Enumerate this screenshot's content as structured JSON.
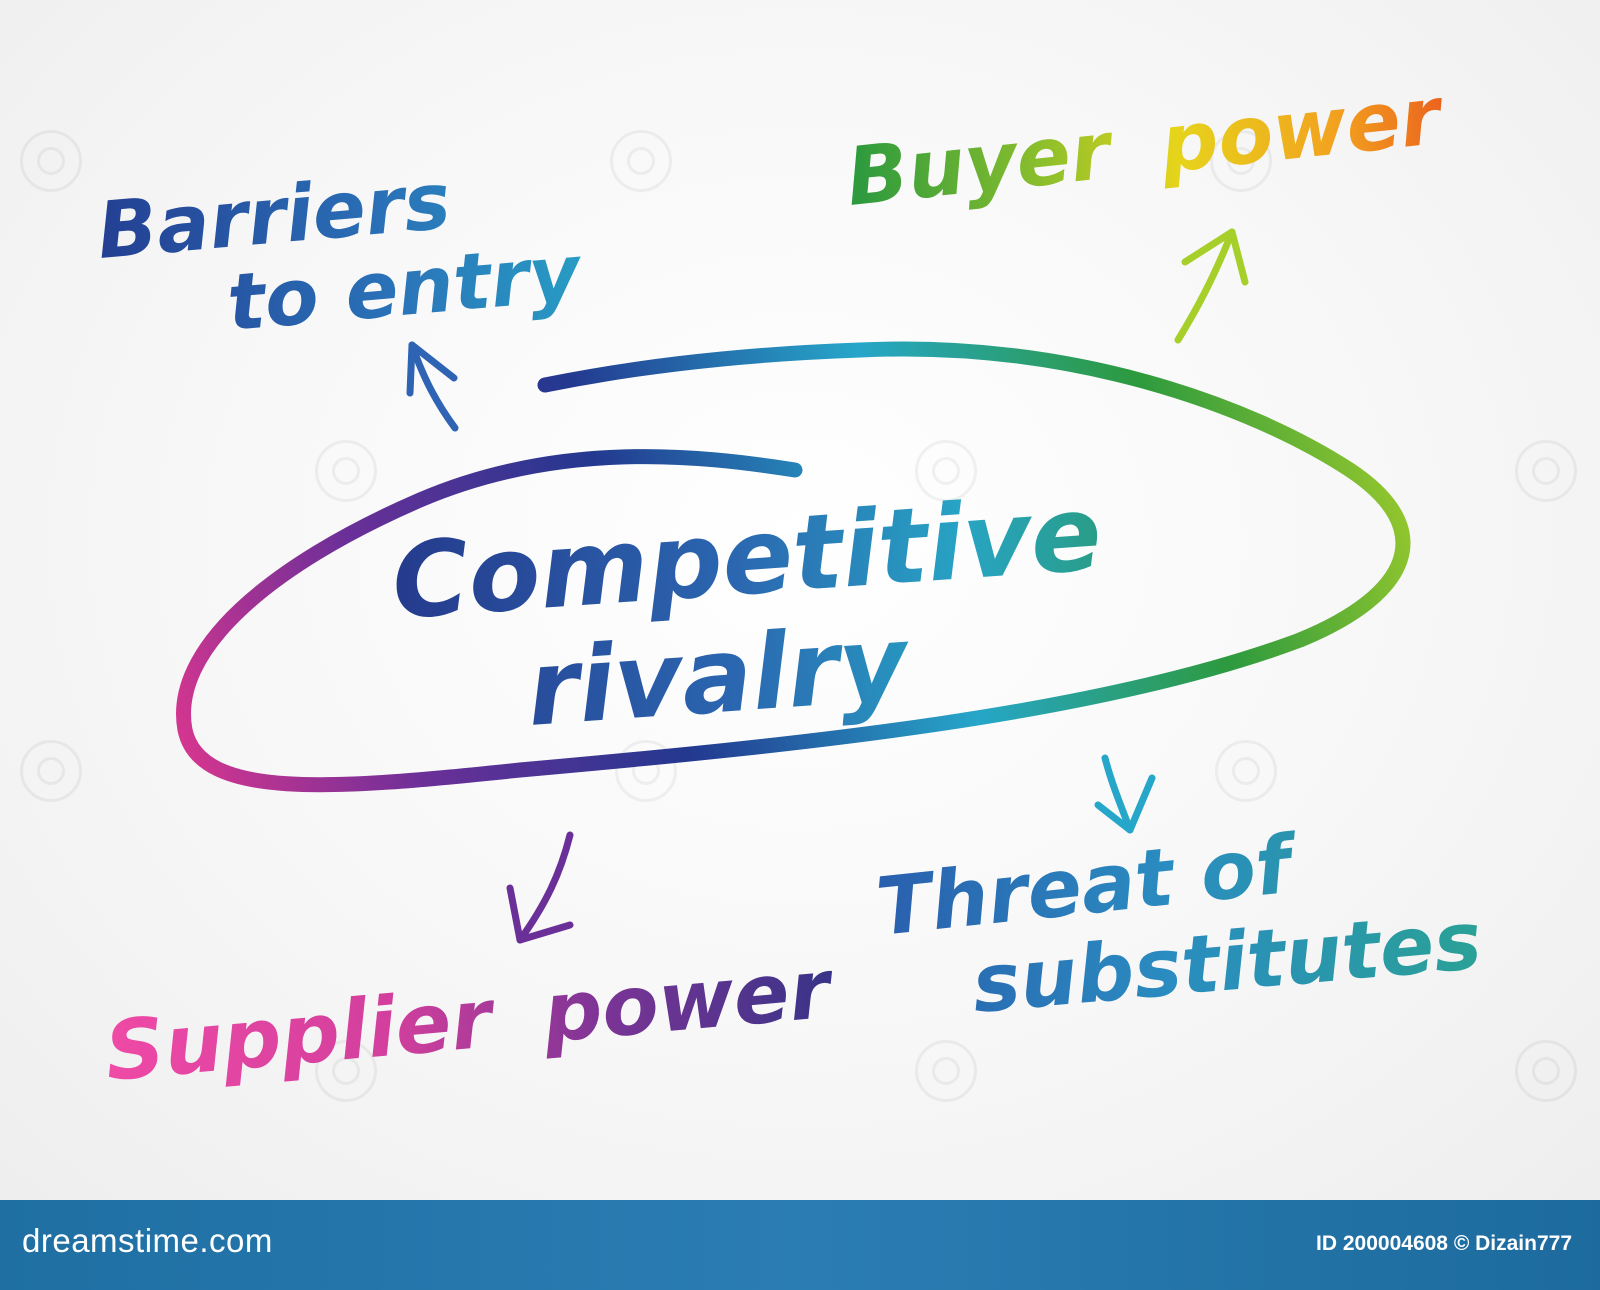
{
  "diagram": {
    "center": {
      "line1": "Competitive",
      "line2": "rivalry"
    },
    "barriers": {
      "line1": "Barriers",
      "line2": "to entry"
    },
    "buyer": {
      "word1": "Buyer",
      "word2": "power"
    },
    "supplier": {
      "word1": "Supplier",
      "word2": "power"
    },
    "threat": {
      "line1": "Threat of",
      "line2": "substitutes"
    }
  },
  "footer": {
    "site": "dreamstime.com",
    "id_label": "ID 200004608 © Dizain777"
  },
  "colors": {
    "blue_dark": "#253a8c",
    "cyan": "#26a6c9",
    "green": "#2d9a3e",
    "yellow": "#e8d21c",
    "orange": "#e8501f",
    "magenta": "#d9368f",
    "pink": "#ea3f9e",
    "purple": "#6a2d8f",
    "footer_bar": "#2377ad"
  },
  "icons": [
    "arrow-up-left-icon",
    "arrow-up-right-icon",
    "arrow-down-left-icon",
    "arrow-down-icon",
    "watermark-spiral-icon"
  ]
}
